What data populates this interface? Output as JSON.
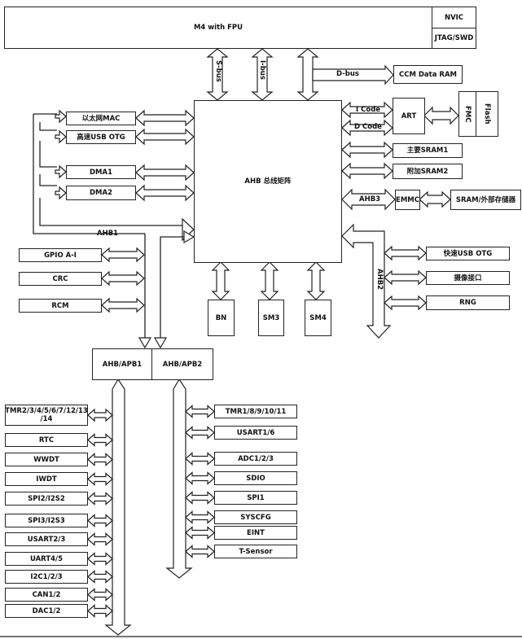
{
  "core": {
    "title": "M4 with FPU",
    "nvic": "NVIC",
    "jtag": "JTAG/SWD"
  },
  "buses": {
    "sbus": "S-bus",
    "ibus": "I-bus",
    "dbus": "D-bus",
    "icode": "I Code",
    "dcode": "D Code",
    "ahb1": "AHB1",
    "ahb2": "AHB2",
    "ahb3": "AHB3"
  },
  "matrix": "AHB 总线矩阵",
  "right_top": {
    "ccm": "CCM Data RAM",
    "art": "ART",
    "fmc": "FMC",
    "flash": "Flash",
    "sram1": "主要SRAM1",
    "sram2": "附加SRAM2",
    "emmc": "EMMC",
    "ext_mem": "SRAM/外部存储器"
  },
  "left_masters": {
    "eth": "以太网MAC",
    "hs_usb": "高速USB OTG",
    "dma1": "DMA1",
    "dma2": "DMA2"
  },
  "ahb1_periph": {
    "gpio": "GPIO A-I",
    "crc": "CRC",
    "rcm": "RCM"
  },
  "ahb2_periph": {
    "fs_usb": "快速USB OTG",
    "camera": "摄像接口",
    "rng": "RNG"
  },
  "crypto": {
    "bn": "BN",
    "sm3": "SM3",
    "sm4": "SM4"
  },
  "bridges": {
    "apb1": "AHB/APB1",
    "apb2": "AHB/APB2"
  },
  "apb1_periph": [
    "TMR2/3/4/5/6/7/12/13 /14",
    "RTC",
    "WWDT",
    "IWDT",
    "SPI2/I2S2",
    "SPI3/I2S3",
    "USART2/3",
    "UART4/5",
    "I2C1/2/3",
    "CAN1/2",
    "DAC1/2"
  ],
  "apb2_periph": [
    "TMR1/8/9/10/11",
    "USART1/6",
    "ADC1/2/3",
    "SDIO",
    "SPI1",
    "SYSCFG",
    "EINT",
    "T-Sensor"
  ]
}
